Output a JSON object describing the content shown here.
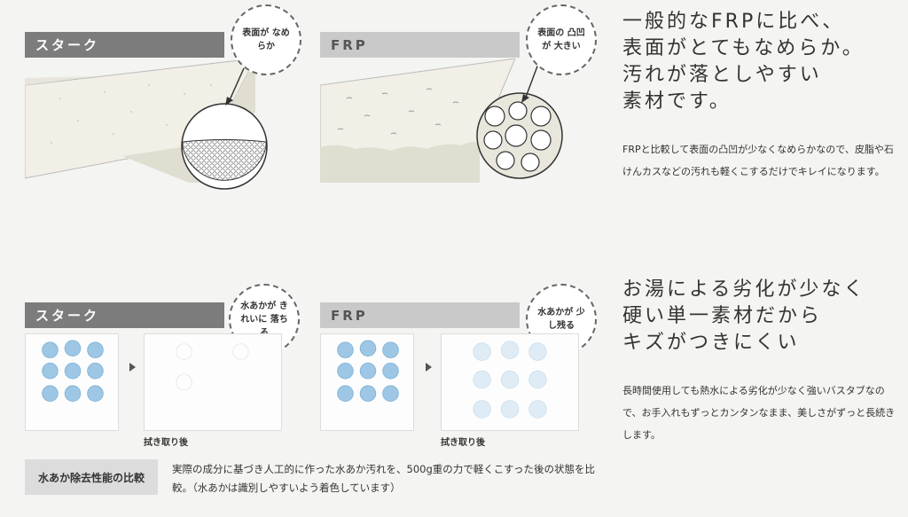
{
  "section1": {
    "left_label": "スターク",
    "right_label": "FRP",
    "left_bubble": "表面が なめらか",
    "right_bubble": "表面の 凸凹が 大きい",
    "heading": "一般的なFRPに比べ、\n表面がとてもなめらか。\n汚れが落としやすい\n素材です。",
    "body": "FRPと比較して表面の凸凹が少なくなめらかなので、皮脂や石けんカスなどの汚れも軽くこするだけでキレイになります。"
  },
  "section2": {
    "left_label": "スターク",
    "right_label": "FRP",
    "left_bubble": "水あかが きれいに 落ちる",
    "right_bubble": "水あかが 少し残る",
    "left_caption": "拭き取り後",
    "right_caption": "拭き取り後",
    "heading": "お湯による劣化が少なく\n硬い単一素材だから\nキズがつきにくい",
    "body": "長時間使用しても熱水による劣化が少なく強いバスタブなので、お手入れもずっとカンタンなまま、美しさがずっと長続きします。"
  },
  "note": {
    "label": "水あか除去性能の比較",
    "text": "実際の成分に基づき人工的に作った水あか汚れを、500g重の力で軽くこすった後の状態を比較。（水あかは識別しやすいよう着色しています）"
  },
  "colors": {
    "dark_bar": "#7c7c7c",
    "light_bar": "#c9c9c9",
    "dot_blue": "#9ec7e6",
    "background": "#f4f4f2"
  }
}
